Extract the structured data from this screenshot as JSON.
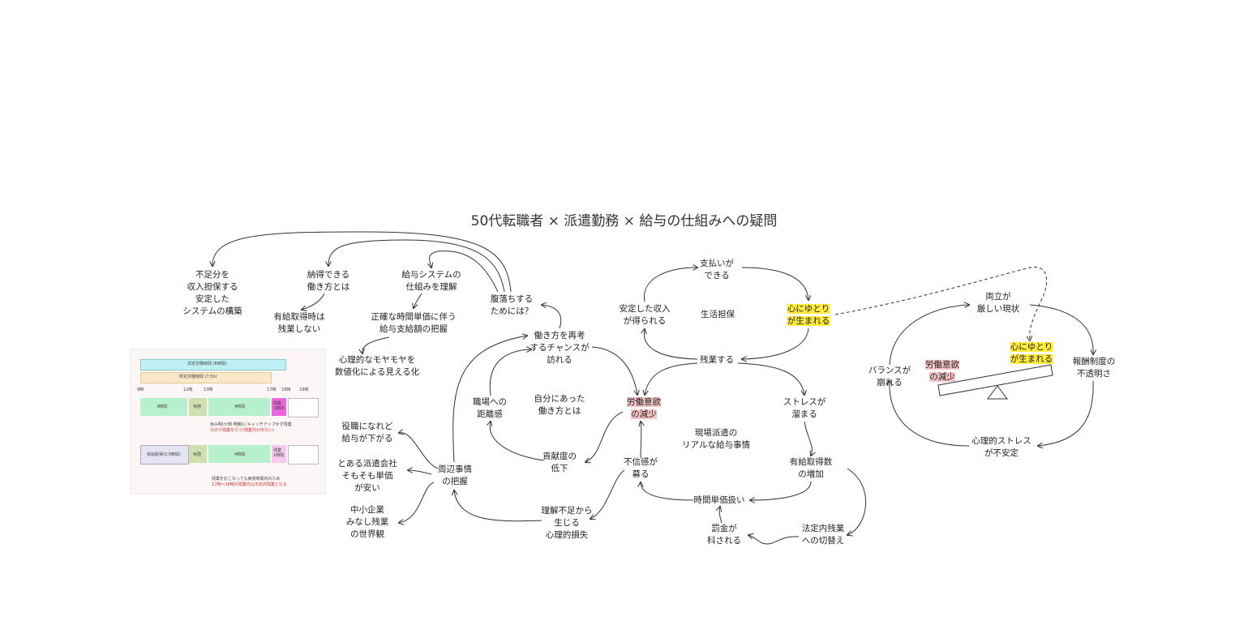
{
  "title": "50代転職者 × 派遣勤務 × 給与の仕組みへの疑問",
  "nodes": {
    "n_fusoku": "不足分を\n収入担保する\n安定した\nシステムの構築",
    "n_nattoku": "納得できる\n働き方とは",
    "n_kyuyo_sys": "給与システムの\n仕組みを理解",
    "n_haraochi": "腹落ちする\nためには？",
    "n_yukyu_zangyo": "有給取得時は\n残業しない",
    "n_seikaku": "正確な時間単価に伴う\n給与支給額の把握",
    "n_moyamoya": "心理的なモヤモヤを\n数値化による見える化",
    "n_shiharai": "支払いが\nできる",
    "n_antei": "安定した収入\nが得られる",
    "n_seikatsu": "生活担保",
    "n_yutori": "心にゆとり\nが生まれる",
    "n_zangyo": "残業する",
    "n_saiko": "働き方を再考\nするチャンスが\n訪れる",
    "n_shokuba": "職場への\n距離感",
    "n_jibun": "自分にあった\n働き方とは",
    "n_rodo": "労働意欲\nの減少",
    "n_stress": "ストレスが\n溜まる",
    "n_kouken": "貢献度の\n低下",
    "n_genba": "現場派遣の\nリアルな給与事情",
    "n_yakushoku": "役職になれど\n給与が下がる",
    "n_haken": "とある派遣会社\nそもそも単価\nが安い",
    "n_chusho": "中小企業\nみなし残業\nの世界観",
    "n_shuhen": "周辺事情\nの把握",
    "n_fushin": "不信感が\n募る",
    "n_yukyu_zoka": "有給取得数\nの増加",
    "n_jikan": "時間単価扱い",
    "n_rikai": "理解不足から\n生じる\n心理的損失",
    "n_bakkin": "罰金が\n科される",
    "n_houtei": "法定内残業\nへの切替え",
    "n_ryoritsu": "両立が\n厳しい現状",
    "n_balance": "バランスが\n崩れる",
    "n_hoshu": "報酬制度の\n不透明さ",
    "n_shinri_stress": "心理的ストレス\nが不安定",
    "n_rodo2": "労働意欲\nの減少",
    "n_yutori2": "心にゆとり\nが生まれる"
  },
  "thumbnail": {
    "row1_top": "法定労働時間 (8時間)",
    "row1_sub": "所定労働時間 (7.5h)",
    "ticks": [
      "9時",
      "12時",
      "13時",
      "17時",
      "18時",
      "19時"
    ],
    "seg_am": "3時間",
    "seg_break": "休憩",
    "seg_pm": "4時間",
    "seg_ot": "残業\n1時間",
    "note1": "休み明け(例:明朝)にキャッチアップせず残業",
    "note1b": "なので残業を行う(残業代が出ない)",
    "row2_left": "有給取得(0.5時間)",
    "row2_break": "休憩",
    "row2_mid": "4時間",
    "row2_ot": "残業\n1時間",
    "note2": "残業をおこなっても実質時間内のため",
    "note2b": "17時〜18時の残業代は法定内残業となる"
  },
  "colors": {
    "highlight_yellow": "#ffec3d",
    "highlight_red": "#f7c5c5",
    "line": "#333333"
  }
}
